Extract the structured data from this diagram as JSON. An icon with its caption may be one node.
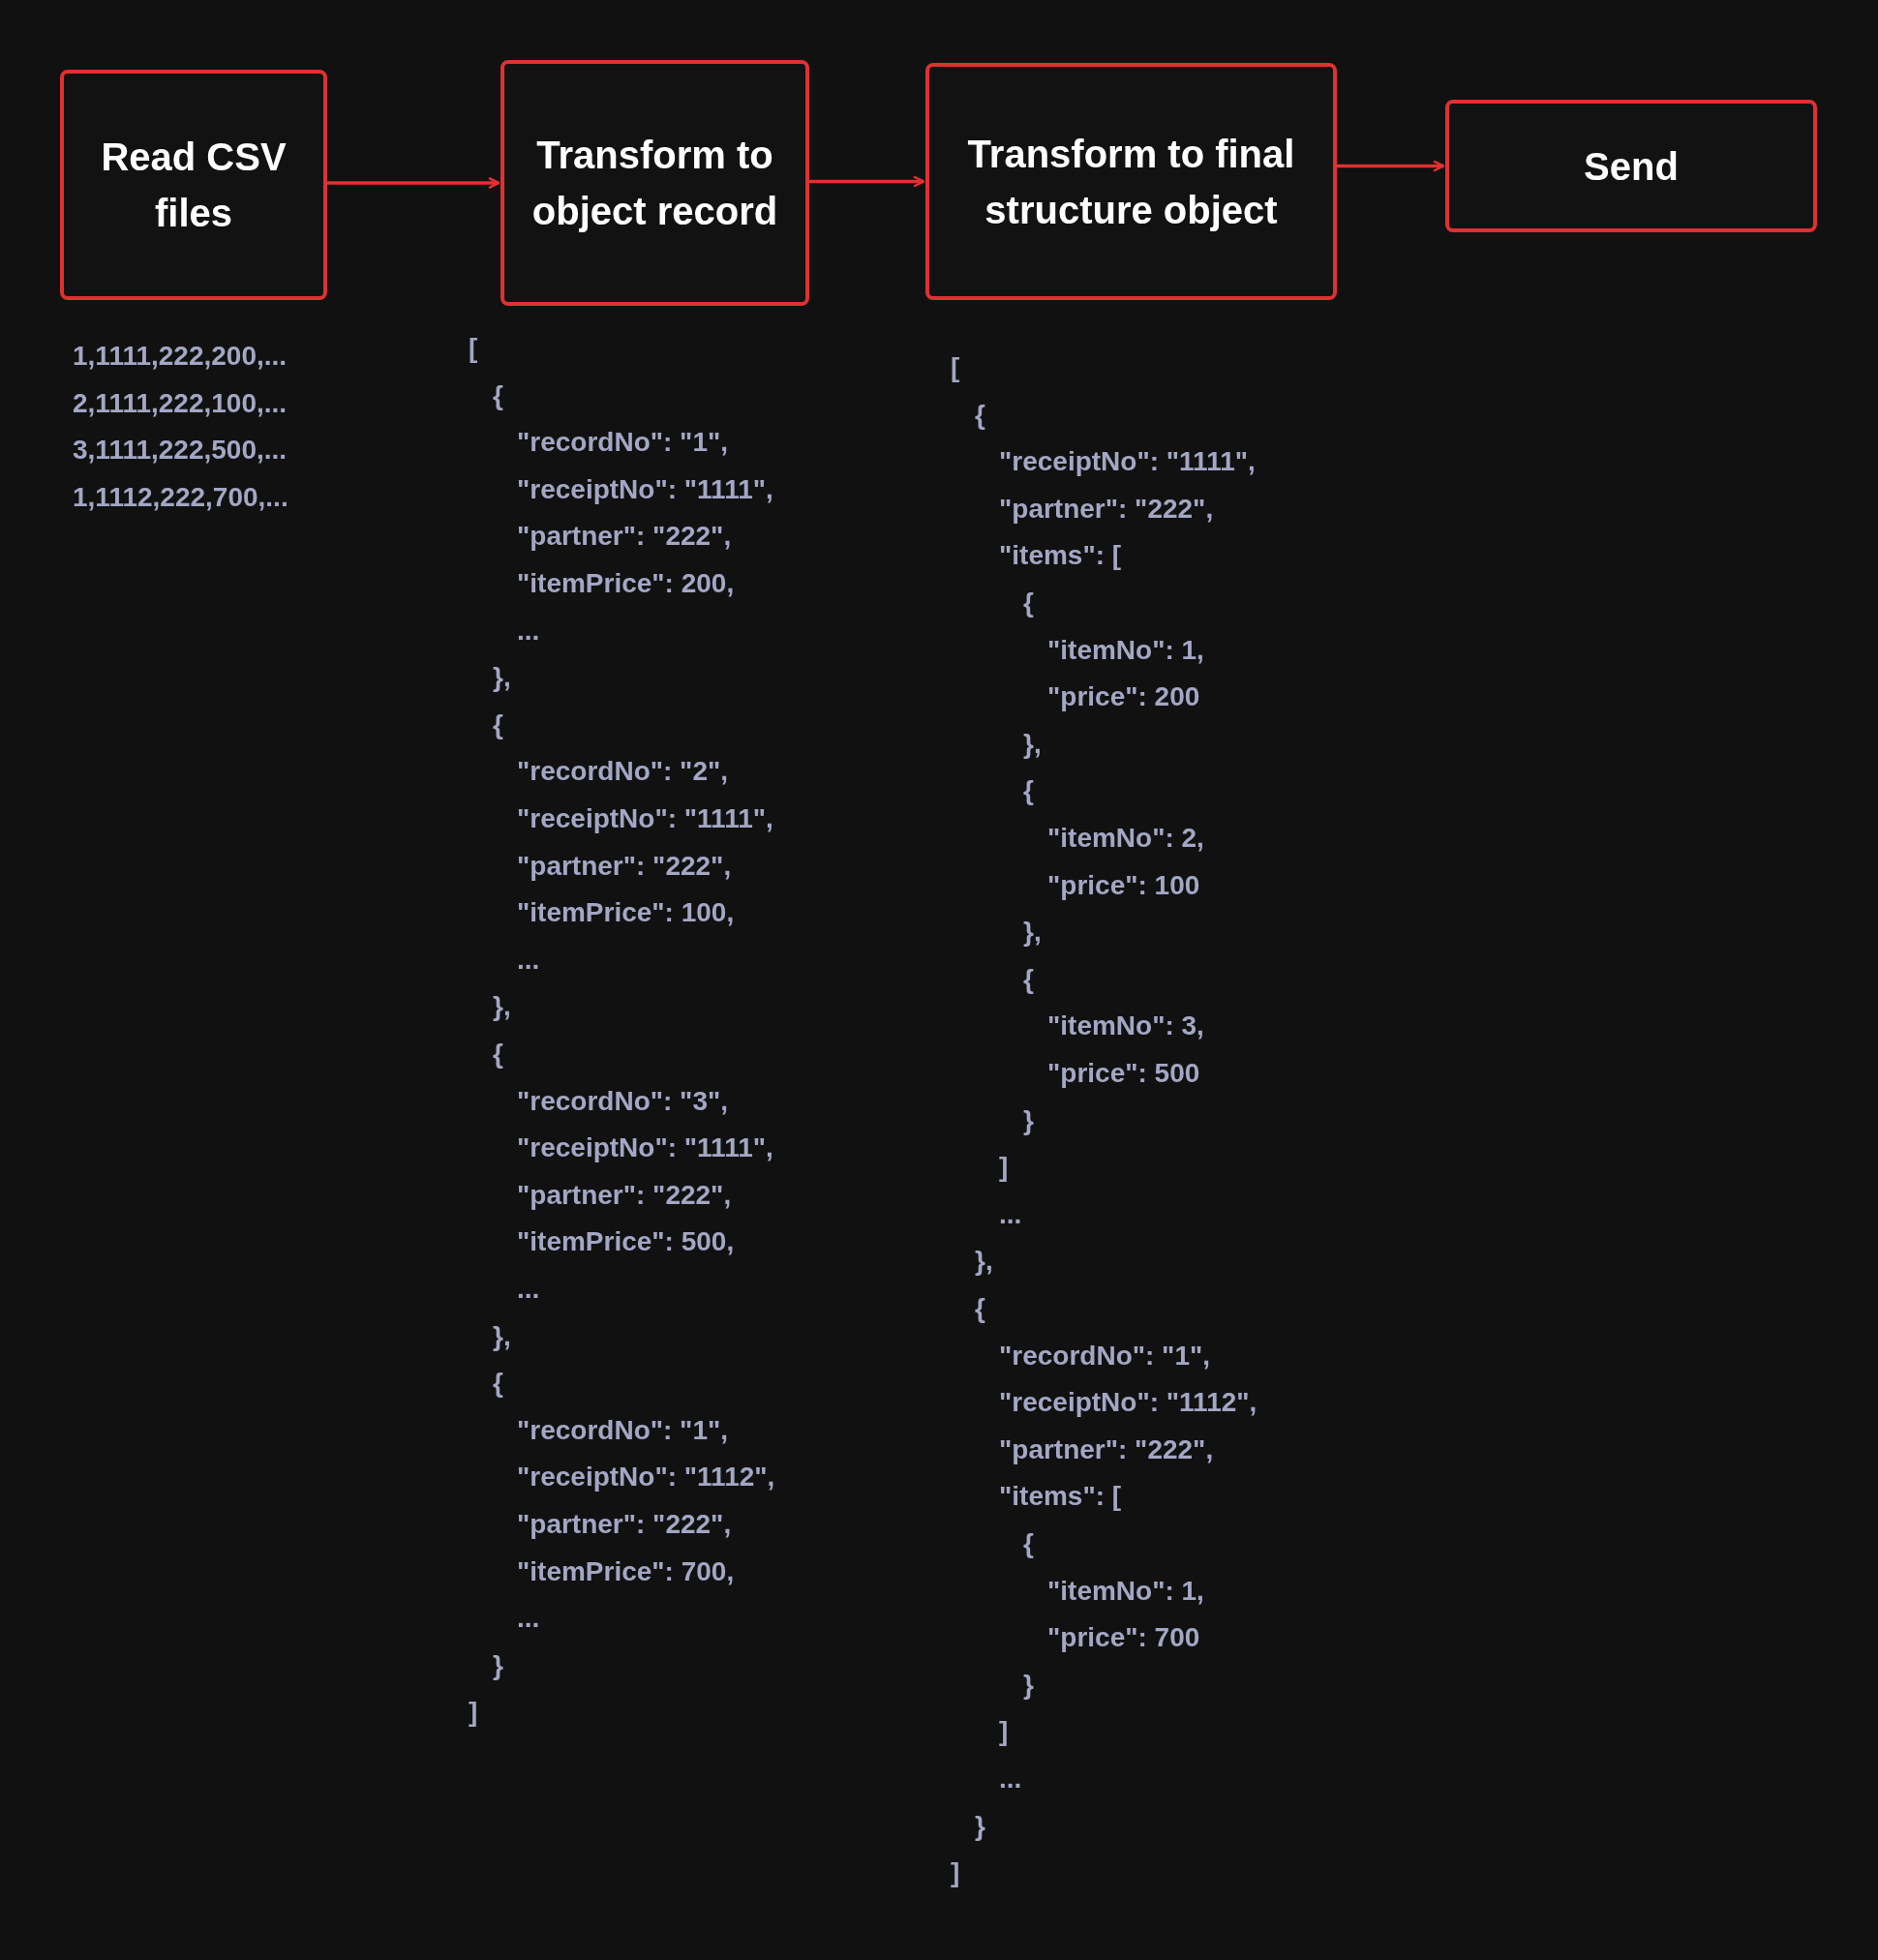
{
  "diagram": {
    "nodes": [
      {
        "text": [
          "Read CSV files"
        ],
        "beside": [
          "1,1111,222,200,...",
          "2,1111,222,100,...",
          "3,1111,222,500,...",
          "1,1112,222,700,..."
        ]
      },
      {
        "text": [
          "Transform to object record"
        ],
        "beside": [
          "[",
          "{",
          "\"recordNo\": \"1\",",
          "\"receiptNo\": \"1111\",",
          "\"partner\": \"222\",",
          "\"itemPrice\": 200,",
          "...",
          "},",
          "{",
          "\"recordNo\": \"2\",",
          "\"receiptNo\": \"1111\",",
          "\"partner\": \"222\",",
          "\"itemPrice\": 100,",
          "...",
          "},",
          "{",
          "\"recordNo\": \"3\",",
          "\"receiptNo\": \"1111\",",
          "\"partner\": \"222\",",
          "\"itemPrice\": 500,",
          "...",
          "},",
          "{",
          "\"recordNo\": \"1\",",
          "\"receiptNo\": \"1112\",",
          "\"partner\": \"222\",",
          "\"itemPrice\": 700,",
          "...",
          "}",
          "]"
        ]
      },
      {
        "text": [
          "Transform to final structure object"
        ],
        "beside": [
          "[",
          "{",
          "\"receiptNo\": \"1111\",",
          "\"partner\": \"222\",",
          "\"items\": [",
          "{",
          "\"itemNo\": 1,",
          "\"price\": 200",
          "},",
          "{",
          "\"itemNo\": 2,",
          "\"price\": 100",
          "},",
          "{",
          "\"itemNo\": 3,",
          "\"price\": 500",
          "}",
          "]",
          "...",
          "},",
          "{",
          "\"recordNo\": \"1\",",
          "\"receiptNo\": \"1112\",",
          "\"partner\": \"222\",",
          "\"items\": [",
          "{",
          "\"itemNo\": 1,",
          "\"price\": 700",
          "}",
          "]",
          "...",
          "}",
          "]"
        ]
      },
      {
        "text": [
          "Send"
        ]
      }
    ],
    "edges": [
      {
        "from": 0,
        "to": 1,
        "arrow": "to"
      },
      {
        "from": 1,
        "to": 2,
        "arrow": "to"
      },
      {
        "from": 2,
        "to": 3,
        "arrow": "to"
      }
    ]
  }
}
